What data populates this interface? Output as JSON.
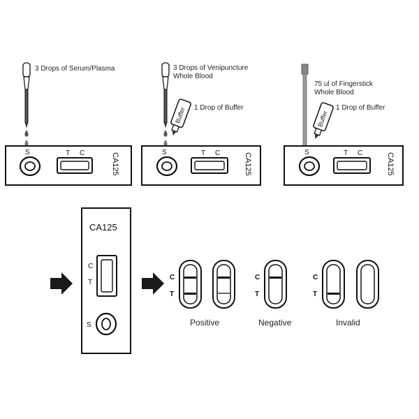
{
  "steps": [
    {
      "sample_label": "3 Drops of Serum/Plasma",
      "cassette": {
        "brand": "CA125",
        "s": "S",
        "t": "T",
        "c": "C"
      }
    },
    {
      "sample_label_1": "3 Drops of Venipuncture",
      "sample_label_2": "Whole Blood",
      "buffer_label": "1 Drop of Buffer",
      "bottle_text": "Buffer",
      "cassette": {
        "brand": "CA125",
        "s": "S",
        "t": "T",
        "c": "C"
      }
    },
    {
      "sample_label_1": "75 ul of Fingerstick",
      "sample_label_2": "Whole Blood",
      "buffer_label": "1 Drop of Buffer",
      "bottle_text": "Buffer",
      "cassette": {
        "brand": "CA125",
        "s": "S",
        "t": "T",
        "c": "C"
      }
    }
  ],
  "big_cassette": {
    "brand": "CA125",
    "c": "C",
    "t": "T",
    "s": "S"
  },
  "results": {
    "c": "C",
    "t": "T",
    "positive": "Positive",
    "negative": "Negative",
    "invalid": "Invalid"
  },
  "colors": {
    "ink": "#111111",
    "pipette_fill": "#555555",
    "arrow": "#1a1a1a"
  }
}
